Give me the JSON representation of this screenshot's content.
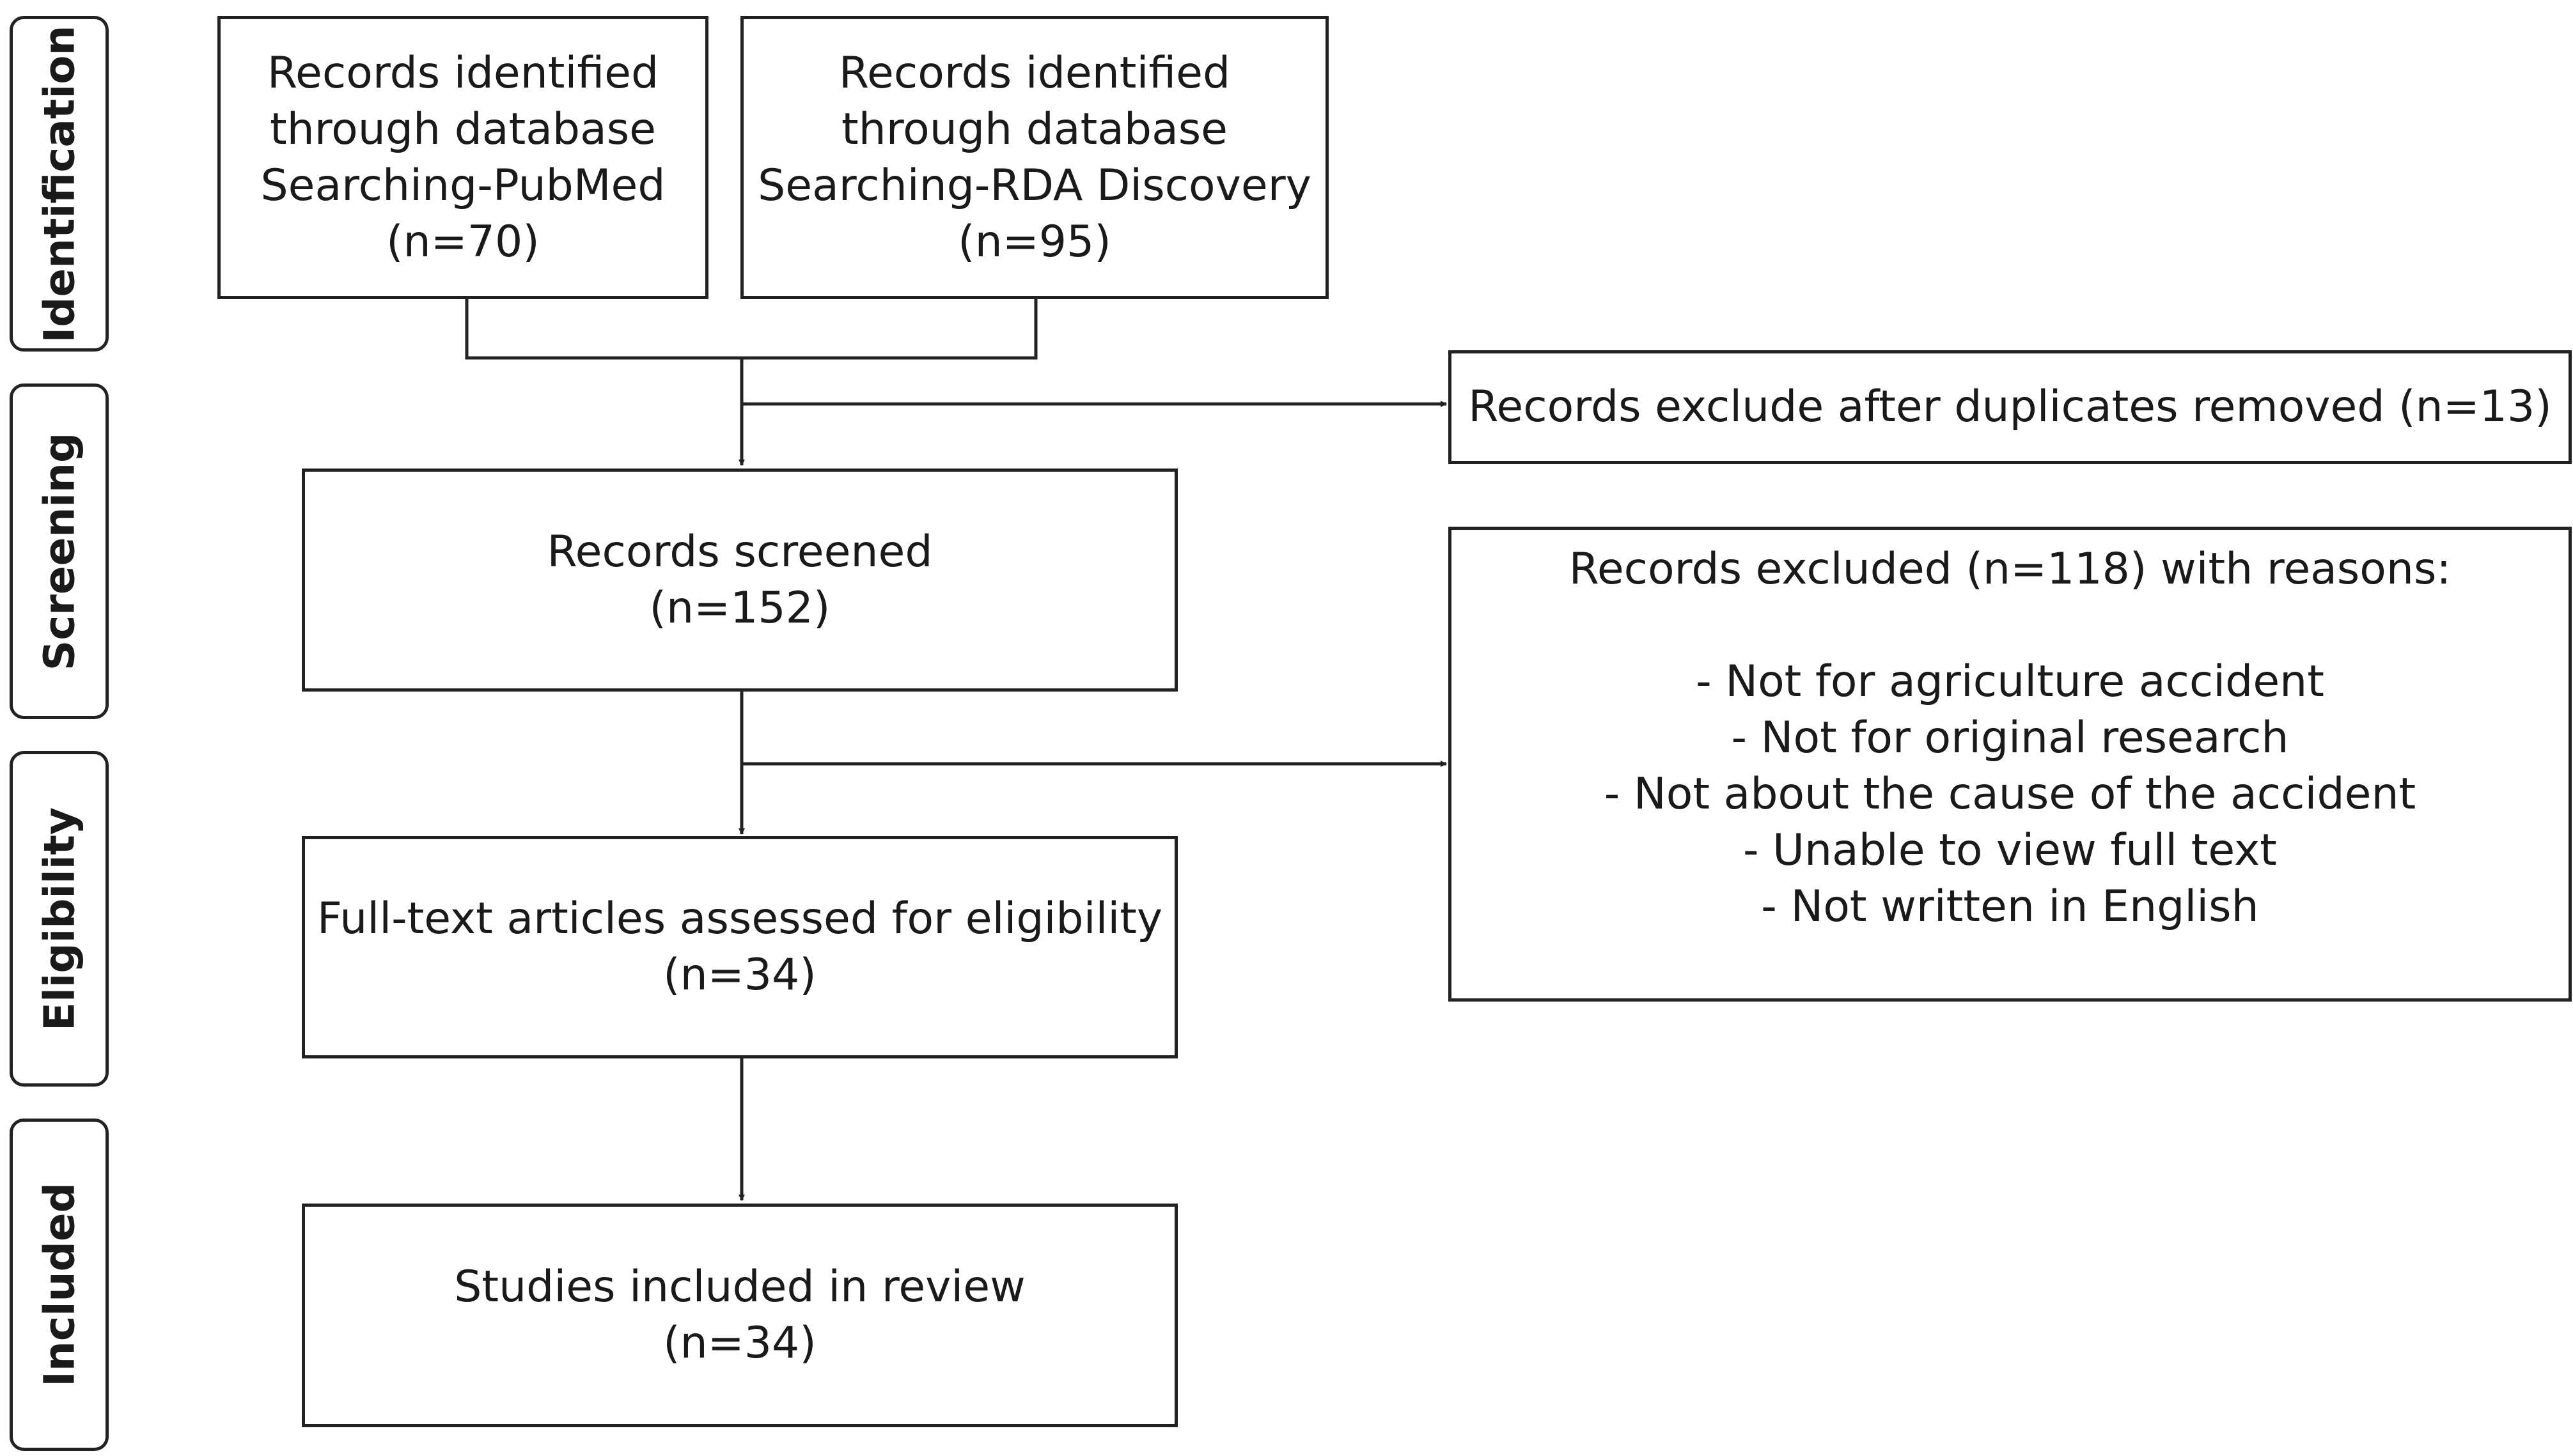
{
  "phases": {
    "identification": "Identification",
    "screening": "Screening",
    "eligibility": "Eligibility",
    "included": "Included"
  },
  "boxes": {
    "pubmed": [
      "Records identified",
      "through database",
      "Searching-PubMed",
      "(n=70)"
    ],
    "rda": [
      "Records identified",
      "through database",
      "Searching-RDA Discovery",
      "(n=95)"
    ],
    "duplicates": "Records exclude after duplicates removed (n=13)",
    "screened": [
      "Records screened",
      "(n=152)"
    ],
    "excluded": {
      "title": "Records excluded (n=118) with reasons:",
      "reasons": [
        "-    Not for agriculture accident",
        "-    Not for original research",
        "-    Not about the cause of the accident",
        "-    Unable to view full text",
        "-    Not written in English"
      ]
    },
    "fulltext": [
      "Full-text articles assessed for eligibility",
      "(n=34)"
    ],
    "included": [
      "Studies included in review",
      "(n=34)"
    ]
  }
}
